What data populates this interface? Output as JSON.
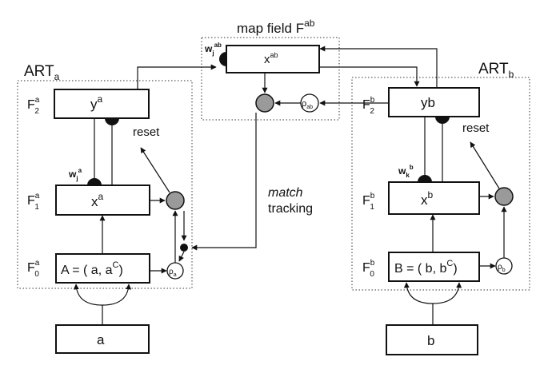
{
  "map_field": {
    "title_main": "map field F",
    "title_sup": "ab",
    "node": "x",
    "node_sup": "ab",
    "weight": "w",
    "weight_sub": "j",
    "weight_sup": "ab",
    "rho": "ρ",
    "rho_sub": "ab"
  },
  "art_a": {
    "title": "ART",
    "title_sub": "a",
    "f2": {
      "F": "F",
      "sub": "2",
      "sup": "a",
      "node": "y",
      "node_sup": "a"
    },
    "f1": {
      "F": "F",
      "sub": "1",
      "sup": "a",
      "node": "x",
      "node_sup": "a"
    },
    "f0": {
      "F": "F",
      "sub": "0",
      "sup": "a",
      "text": "A = ( a, a",
      "sup_c": "C",
      "close": ")"
    },
    "weight": "w",
    "weight_sub": "j",
    "weight_sup": "a",
    "reset": "reset",
    "rho": "ρ",
    "rho_sub": "a",
    "input": "a"
  },
  "art_b": {
    "title": "ART",
    "title_sub": "b",
    "f2": {
      "F": "F",
      "sub": "2",
      "sup": "b",
      "node": "y",
      "node_sup": "b"
    },
    "f1": {
      "F": "F",
      "sub": "1",
      "sup": "b",
      "node": "x",
      "node_sup": "b"
    },
    "f0": {
      "F": "F",
      "sub": "0",
      "sup": "b",
      "text": "B = ( b, b",
      "sup_c": "C",
      "close": ")"
    },
    "weight": "w",
    "weight_sub": "k",
    "weight_sup": "b",
    "reset": "reset",
    "rho": "ρ",
    "rho_sub": "b",
    "input": "b"
  },
  "match_tracking": {
    "line1": "match",
    "line2": "tracking"
  }
}
